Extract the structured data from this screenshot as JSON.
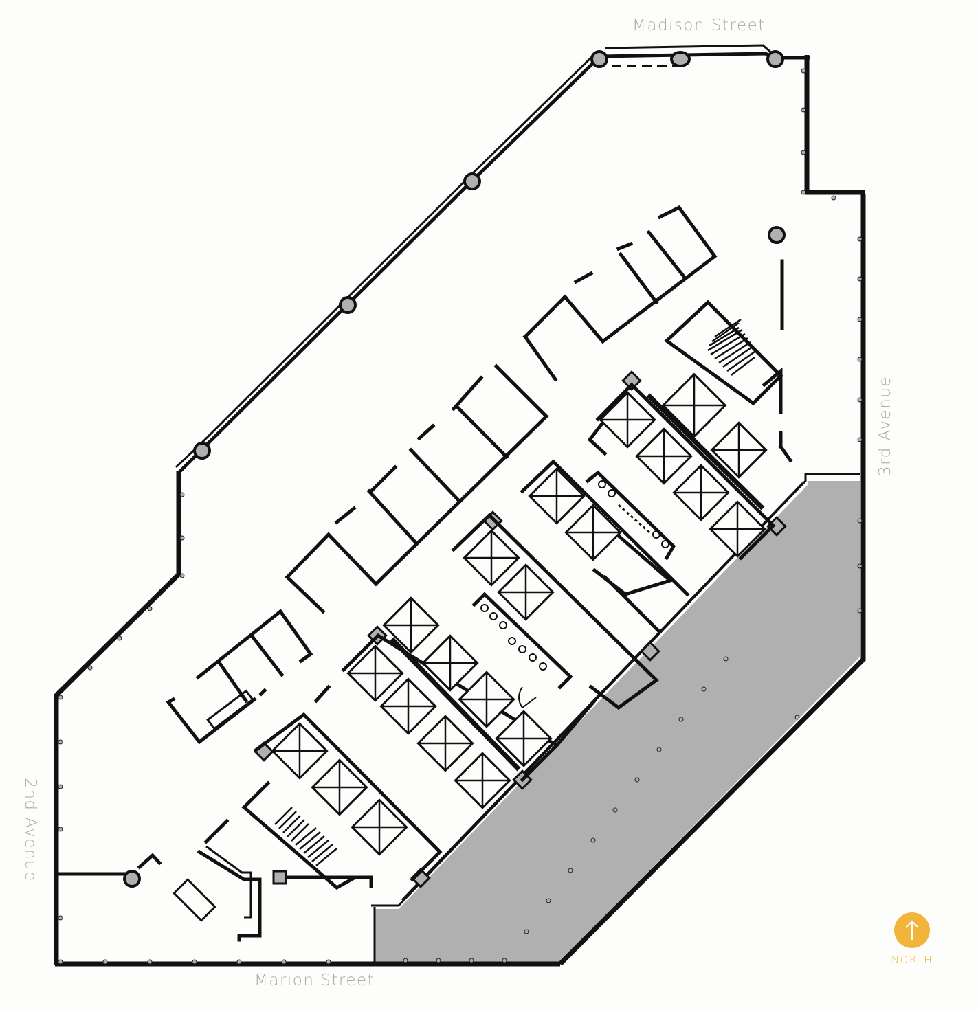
{
  "plan": {
    "streets": {
      "north": "Madison Street",
      "south": "Marion Street",
      "west": "2nd Avenue",
      "east": "3rd Avenue"
    },
    "compass": {
      "label": "NORTH",
      "icon": "arrow-up-icon",
      "color": "#f2b53c"
    },
    "colors": {
      "background": "#fdfdfb",
      "walls": "#111111",
      "columns": "#b0b0b0",
      "shaded_area": "#b0b0b0",
      "street_label": "#a9a9a9"
    },
    "elements": {
      "round_columns": 9,
      "square_columns": 7,
      "elevator_cars": 22,
      "stairwells": 2,
      "restrooms": 2,
      "shaded_zone": "adjacent building / non-leasable area (southeast)"
    }
  }
}
